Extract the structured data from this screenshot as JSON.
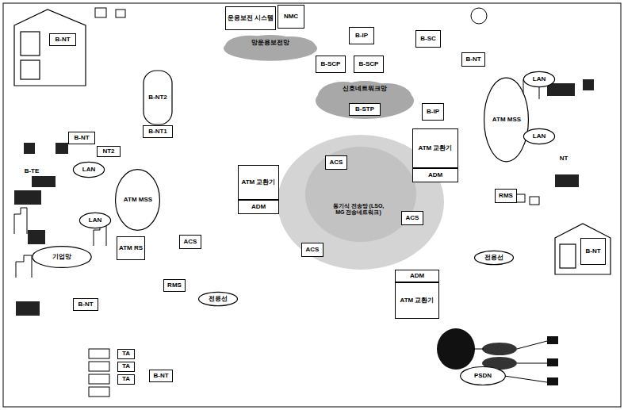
{
  "diagram": {
    "nodes": [
      {
        "text": [
          "B-NT"
        ]
      },
      {
        "text": [
          "B-NT2"
        ]
      },
      {
        "text": [
          "B-NT1"
        ]
      },
      {
        "text": [
          "B-NT"
        ]
      },
      {
        "text": [
          "NT2"
        ]
      },
      {
        "text": [
          "운용보전 시스템"
        ]
      },
      {
        "text": [
          "NMC"
        ]
      },
      {
        "text": [
          "망운용보전망"
        ]
      },
      {
        "text": [
          "B-IP"
        ]
      },
      {
        "text": [
          "B-SC"
        ]
      },
      {
        "text": [
          "B-SCP"
        ]
      },
      {
        "text": [
          "B-SCP"
        ]
      },
      {
        "text": [
          "신호네트워크망"
        ]
      },
      {
        "text": [
          "B-STP"
        ],
        "in": 12
      },
      {
        "text": [
          "B-IP"
        ]
      },
      {
        "text": [
          "B-NT"
        ]
      },
      {
        "text": [
          "ATM 교환기"
        ]
      },
      {
        "text": [
          "ADM"
        ]
      },
      {
        "text": [
          "ATM MSS"
        ]
      },
      {
        "text": [
          "LAN"
        ]
      },
      {
        "text": [
          "LAN"
        ]
      },
      {
        "text": [
          "ATM 교환기"
        ]
      },
      {
        "text": [
          "ADM"
        ]
      },
      {
        "text": [
          "ATM MSS"
        ]
      },
      {
        "text": [
          "LAN"
        ]
      },
      {
        "text": [
          "LAN"
        ]
      },
      {
        "text": [
          "ACS"
        ]
      },
      {
        "text": [
          "ATM RS"
        ]
      },
      {
        "text": [
          "기업망"
        ]
      },
      {
        "text": [
          "RMS"
        ]
      },
      {
        "text": [
          "B-NT"
        ]
      },
      {
        "text": [
          "B-NT"
        ]
      },
      {
        "text": [
          "TA"
        ]
      },
      {
        "text": [
          "TA"
        ]
      },
      {
        "text": [
          "TA"
        ]
      },
      {
        "text": [
          "ACS"
        ]
      },
      {
        "text": [
          "ACS"
        ]
      },
      {
        "text": [
          "ACS"
        ]
      },
      {
        "text": [
          "전용선"
        ]
      },
      {
        "text": [
          "전용선"
        ]
      },
      {
        "text": [
          "ADM"
        ]
      },
      {
        "text": [
          "ATM 교환기"
        ]
      },
      {
        "text": [
          "PSDN"
        ]
      },
      {
        "text": [
          "RMS"
        ]
      },
      {
        "text": [
          "B-NT"
        ]
      }
    ],
    "edges": [
      {
        "from": 0,
        "to": 1,
        "arrow": "none"
      },
      {
        "from": 3,
        "to": 1,
        "arrow": "none"
      },
      {
        "from": 4,
        "to": 1,
        "arrow": "none"
      },
      {
        "from": 2,
        "to": 21,
        "arrow": "none"
      },
      {
        "from": 7,
        "to": 21,
        "arrow": "none"
      },
      {
        "from": 7,
        "to": 1,
        "arrow": "none"
      },
      {
        "from": 7,
        "to": 26,
        "arrow": "none"
      },
      {
        "from": 7,
        "to": 16,
        "arrow": "none"
      },
      {
        "from": 12,
        "to": 21,
        "arrow": "none"
      },
      {
        "from": 13,
        "to": 16,
        "arrow": "none"
      },
      {
        "from": 8,
        "to": 9,
        "arrow": "none"
      },
      {
        "from": 10,
        "to": 12,
        "arrow": "none"
      },
      {
        "from": 11,
        "to": 12,
        "arrow": "none"
      },
      {
        "from": 14,
        "to": 16,
        "arrow": "none"
      },
      {
        "from": 15,
        "to": 16,
        "arrow": "none"
      },
      {
        "from": 16,
        "to": 18,
        "arrow": "none"
      },
      {
        "from": 23,
        "to": 26,
        "arrow": "none"
      },
      {
        "from": 26,
        "to": 21,
        "arrow": "none"
      },
      {
        "from": 29,
        "to": 22,
        "arrow": "none"
      },
      {
        "from": 30,
        "to": 29,
        "arrow": "none"
      },
      {
        "from": 31,
        "to": 29,
        "arrow": "none"
      },
      {
        "from": 22,
        "to": 35,
        "arrow": "none"
      },
      {
        "from": 22,
        "to": 37,
        "arrow": "none"
      },
      {
        "from": 35,
        "to": 17,
        "arrow": "none"
      },
      {
        "from": 35,
        "to": 36,
        "arrow": "none"
      },
      {
        "from": 35,
        "to": 37,
        "arrow": "none"
      },
      {
        "from": 37,
        "to": 36,
        "arrow": "none"
      },
      {
        "from": 36,
        "to": 17,
        "arrow": "none"
      },
      {
        "from": 36,
        "to": 40,
        "arrow": "none"
      },
      {
        "from": 36,
        "to": 38,
        "arrow": "none"
      },
      {
        "from": 37,
        "to": 39,
        "arrow": "none"
      },
      {
        "from": 17,
        "to": 43,
        "arrow": "none"
      },
      {
        "from": 43,
        "to": 44,
        "arrow": "none"
      },
      {
        "from": 41,
        "to": 42,
        "arrow": "none"
      },
      {
        "from": 32,
        "to": 31,
        "arrow": "none"
      },
      {
        "from": 33,
        "to": 31,
        "arrow": "none"
      },
      {
        "from": 34,
        "to": 31,
        "arrow": "none"
      }
    ],
    "labels": [
      "B-TE",
      "NT",
      "동기식 전송망 (LSO, MG 전송네트워크)"
    ]
  }
}
